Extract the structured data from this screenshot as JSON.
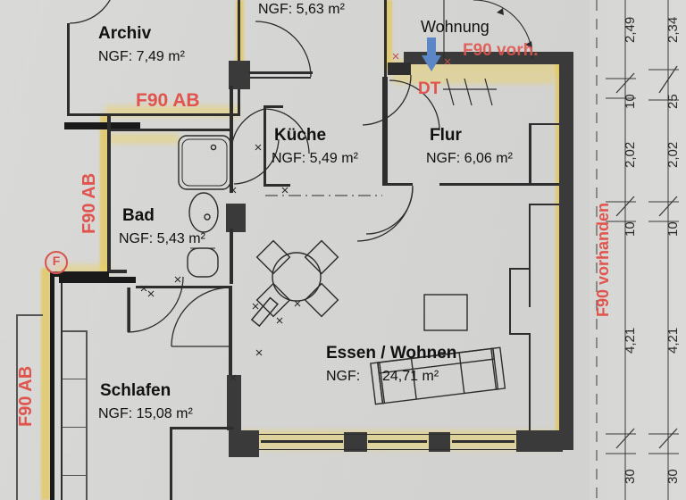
{
  "document": {
    "type": "architectural-floor-plan",
    "language": "de",
    "title": "Grundriss Wohnung"
  },
  "rooms": [
    {
      "id": "archiv",
      "name": "Archiv",
      "area_label": "NGF: 7,49 m²",
      "area": 7.49
    },
    {
      "id": "oben",
      "name": "",
      "area_label": "NGF: 5,63 m²",
      "area": 5.63
    },
    {
      "id": "kueche",
      "name": "Küche",
      "area_label": "NGF: 5,49 m²",
      "area": 5.49
    },
    {
      "id": "flur",
      "name": "Flur",
      "area_label": "NGF: 6,06 m²",
      "area": 6.06
    },
    {
      "id": "bad",
      "name": "Bad",
      "area_label": "NGF: 5,43 m²",
      "area": 5.43
    },
    {
      "id": "schlafen",
      "name": "Schlafen",
      "area_label": "NGF: 15,08 m²",
      "area": 15.08
    },
    {
      "id": "wohnen",
      "name": "Essen / Wohnen",
      "area_label": "NGF:",
      "area_value": "24,71 m²",
      "area": 24.71
    }
  ],
  "annotations": {
    "f90_ab_top": "F90 AB",
    "f90_ab_left": "F90 AB",
    "f90_ab_bottomleft": "F90 AB",
    "f90_vorh": "F90 vorh.",
    "f90_vorhanden": "F90 vorhanden",
    "dt": "DT",
    "wohnung": "Wohnung",
    "f_marker": "F"
  },
  "dimensions": {
    "chain_inner": [
      "2,49",
      "10",
      "2,02",
      "10",
      "4,21",
      "30"
    ],
    "chain_outer": [
      "2,34",
      "25",
      "2,02",
      "10",
      "4,21",
      "30"
    ]
  },
  "colors": {
    "wall_dark": "#3a3a3a",
    "highlight_yellow": "#e8c53a",
    "annotation_red": "#e0544d",
    "arrow_blue": "#5b87c7",
    "paper": "#d9d9d7"
  }
}
